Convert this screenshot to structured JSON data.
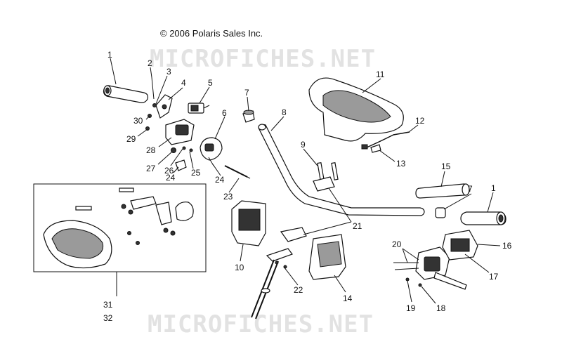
{
  "copyright": "© 2006 Polaris Sales Inc.",
  "watermark": "MICROFICHES.NET",
  "callouts": [
    "1",
    "2",
    "3",
    "4",
    "30",
    "5",
    "29",
    "28",
    "27",
    "26",
    "6",
    "25",
    "24",
    "24",
    "7",
    "8",
    "11",
    "12",
    "13",
    "9",
    "15",
    "7",
    "1",
    "23",
    "10",
    "21",
    "22",
    "14",
    "20",
    "16",
    "17",
    "19",
    "18",
    "31",
    "32"
  ]
}
